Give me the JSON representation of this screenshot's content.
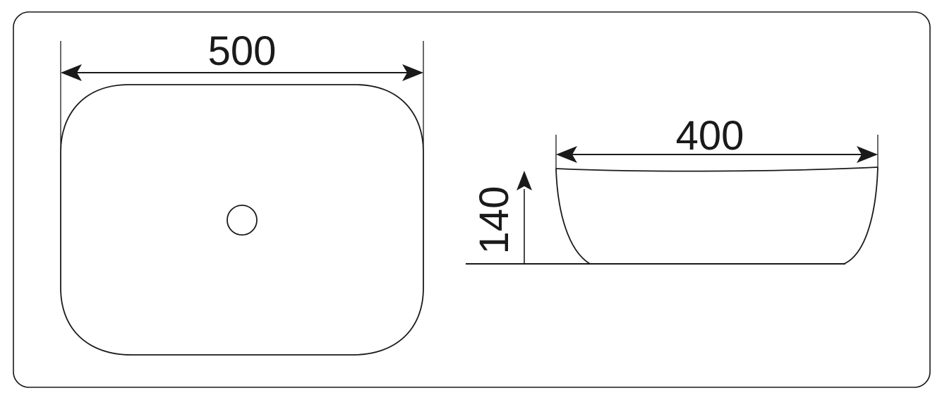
{
  "top_view": {
    "width_dimension": "500"
  },
  "side_view": {
    "width_dimension": "400",
    "height_dimension": "140"
  },
  "colors": {
    "line": "#1a1a1a",
    "background": "#ffffff"
  }
}
